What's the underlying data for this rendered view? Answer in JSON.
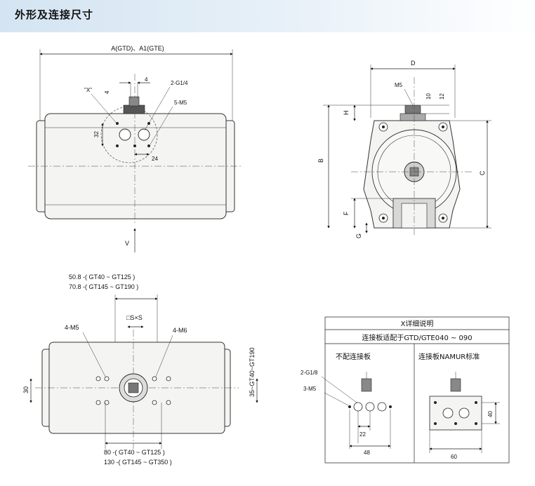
{
  "header": {
    "title": "外形及连接尺寸"
  },
  "front_view": {
    "width_label": "A(GTD)、A1(GTE)",
    "x_label": "\"X\"",
    "dim_4_top": "4",
    "dim_4_side": "4",
    "port_label": "2-G1/4",
    "screw_label": "5-M5",
    "dim_32": "32",
    "dim_24": "24",
    "v_label": "V"
  },
  "side_view": {
    "d_label": "D",
    "m5_label": "M5",
    "dim_10": "10",
    "dim_12": "12",
    "h_label": "H",
    "b_label": "B",
    "c_label": "C",
    "f_label": "F",
    "g_label": "G"
  },
  "bottom_view": {
    "note1": "50.8 -( GT40 ~ GT125 )",
    "note2": "70.8 -( GT145 ~ GT190 )",
    "square_label": "□S×S",
    "left_screw": "4-M5",
    "right_screw": "4-M6",
    "dim_30": "30",
    "side_range": "35~GT40~GT190",
    "bottom_note1": "80 -( GT40 ~ GT125 )",
    "bottom_note2": "130 -( GT145 ~ GT350 )"
  },
  "detail_box": {
    "title": "X详细说明",
    "subtitle": "连接板适配于GTD/GTE040 ~ 090",
    "left_heading": "不配连接板",
    "right_heading": "连接板NAMUR标准",
    "port_label": "2-G1/8",
    "screw_label": "3-M5",
    "dim_22": "22",
    "dim_48": "48",
    "dim_40": "40",
    "dim_60": "60"
  }
}
